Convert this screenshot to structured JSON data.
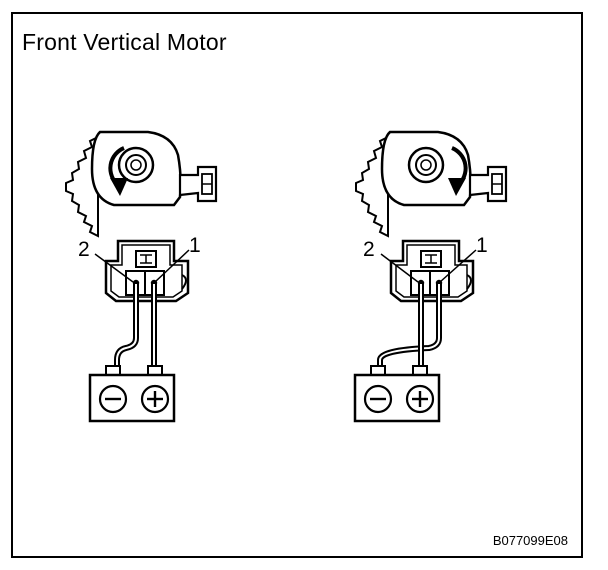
{
  "title": "Front Vertical Motor",
  "figure_code": "B077099E08",
  "diagrams": [
    {
      "rotation": "counterclockwise",
      "pin_labels": [
        "2",
        "1"
      ],
      "battery": {
        "left_terminal": "negative",
        "right_terminal": "positive"
      },
      "wiring": "pin 2 to negative, pin 1 to positive"
    },
    {
      "rotation": "clockwise",
      "pin_labels": [
        "2",
        "1"
      ],
      "battery": {
        "left_terminal": "negative",
        "right_terminal": "positive"
      },
      "wiring": "pin 2 to positive, pin 1 to negative"
    }
  ]
}
